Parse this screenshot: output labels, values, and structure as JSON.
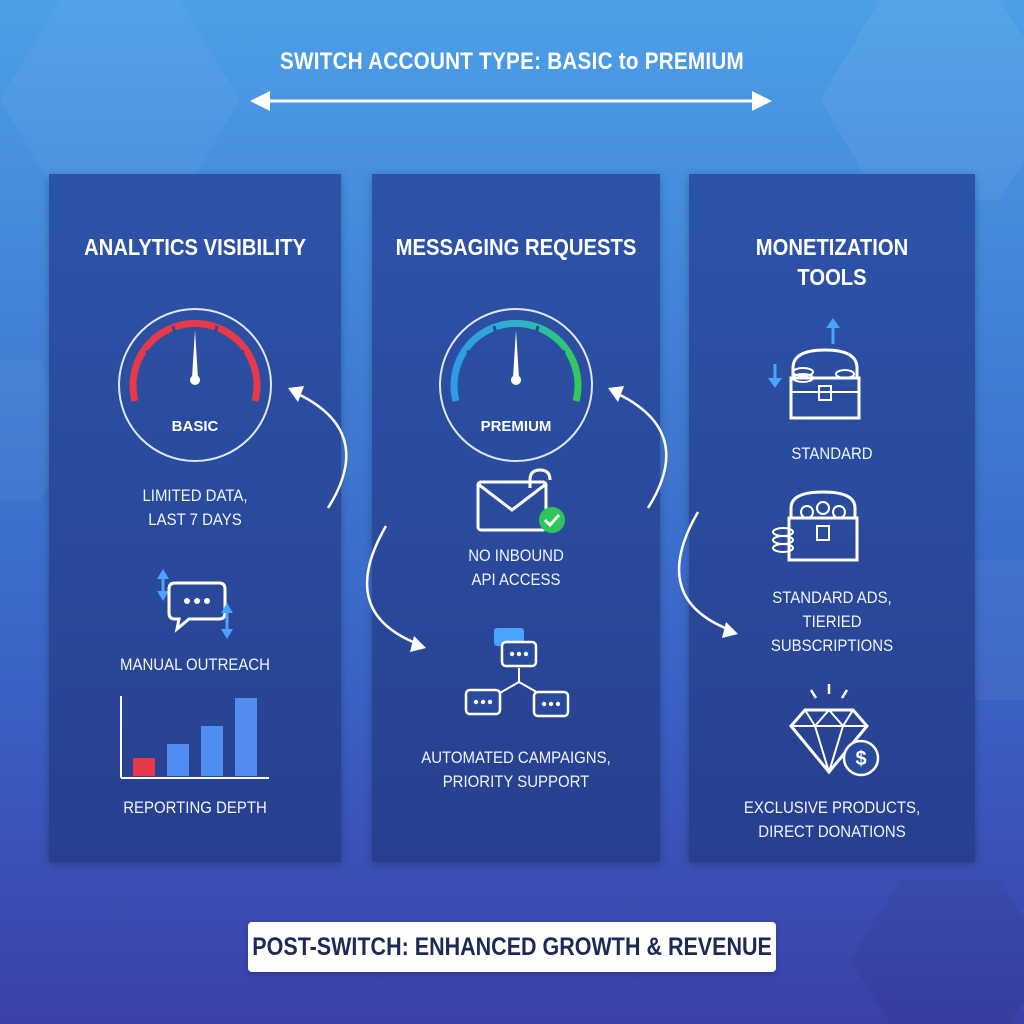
{
  "title": "SWITCH ACCOUNT TYPE: BASIC to PREMIUM",
  "panels": [
    {
      "heading": "ANALYTICS VISIBILITY",
      "gauge_label": "BASIC",
      "items": [
        {
          "lines": [
            "LIMITED DATA,",
            "LAST 7 DAYS"
          ]
        },
        {
          "lines": [
            "MANUAL OUTREACH"
          ]
        },
        {
          "lines": [
            "REPORTING DEPTH"
          ]
        }
      ]
    },
    {
      "heading": "MESSAGING REQUESTS",
      "gauge_label": "PREMIUM",
      "items": [
        {
          "lines": [
            "NO INBOUND",
            "API ACCESS"
          ]
        },
        {
          "lines": [
            "AUTOMATED CAMPAIGNS,",
            "PRIORITY SUPPORT"
          ]
        }
      ]
    },
    {
      "heading_lines": [
        "MONETIZATION",
        "TOOLS"
      ],
      "items": [
        {
          "lines": [
            "STANDARD"
          ]
        },
        {
          "lines": [
            "STANDARD ADS,",
            "TIERIED",
            "SUBSCRIPTIONS"
          ]
        },
        {
          "lines": [
            "EXCLUSIVE PRODUCTS,",
            "DIRECT DONATIONS"
          ]
        }
      ]
    }
  ],
  "footer": "POST-SWITCH: ENHANCED GROWTH & REVENUE",
  "colors": {
    "basic_gauge": "#e8394a",
    "premium_gauge_start": "#2f9be8",
    "premium_gauge_end": "#35c95c",
    "icon_accent": "#4aa3ff",
    "bar_highlight": "#e8394a",
    "check_badge": "#2ec55a"
  },
  "icons": [
    "speedometer-icon",
    "chat-bubble-icon",
    "bar-chart-icon",
    "envelope-icon",
    "unlock-icon",
    "checkmark-icon",
    "chat-network-icon",
    "treasure-chest-icon",
    "diamond-icon",
    "dollar-icon",
    "arrow-up-icon",
    "arrow-down-icon"
  ]
}
